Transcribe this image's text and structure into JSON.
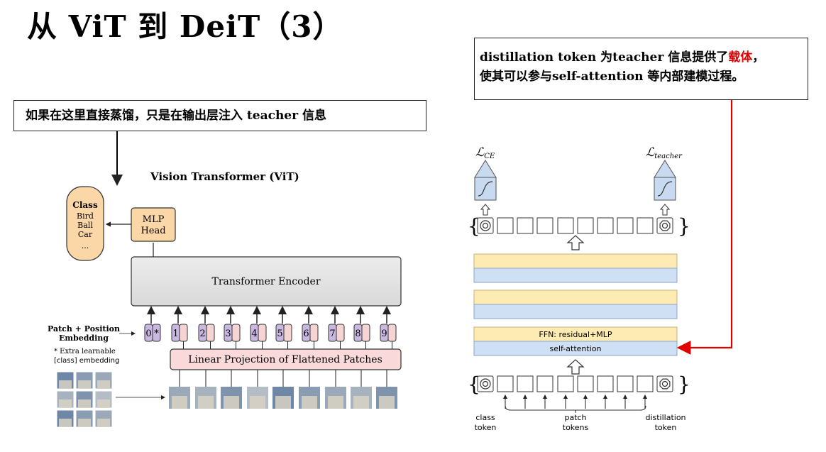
{
  "slide": {
    "title": "从 ViT 到 DeiT（3）"
  },
  "notes": {
    "left": "如果在这里直接蒸馏，只是在输出层注入 teacher 信息",
    "right_line1_prefix": "distillation token 为teacher 信息提供了",
    "right_line1_highlight": "载体",
    "right_line1_suffix": "，",
    "right_line2": "使其可以参与self-attention 等内部建模过程。"
  },
  "colors": {
    "highlight": "#e00000",
    "arrow": "#e00000"
  },
  "vit": {
    "title": "Vision Transformer (ViT)",
    "class_box": {
      "title": "Class",
      "items": [
        "Bird",
        "Ball",
        "Car",
        "..."
      ]
    },
    "mlp_head": [
      "MLP",
      "Head"
    ],
    "encoder": "Transformer Encoder",
    "patch_label": [
      "Patch + Position",
      "Embedding"
    ],
    "extra_note": [
      "* Extra learnable",
      "[class] embedding"
    ],
    "tokens": [
      "0",
      "1",
      "2",
      "3",
      "4",
      "5",
      "6",
      "7",
      "8",
      "9"
    ],
    "class_token_mark": "*",
    "projection": "Linear Projection of Flattened Patches"
  },
  "deit": {
    "loss_ce": "ℒ",
    "loss_ce_sub": "CE",
    "loss_teacher": "ℒ",
    "loss_teacher_sub": "teacher",
    "ffn_label": "FFN: residual+MLP",
    "attn_label": "self-attention",
    "bottom_labels": {
      "class": [
        "class",
        "token"
      ],
      "patch": [
        "patch",
        "tokens"
      ],
      "distill": [
        "distillation",
        "token"
      ]
    }
  }
}
